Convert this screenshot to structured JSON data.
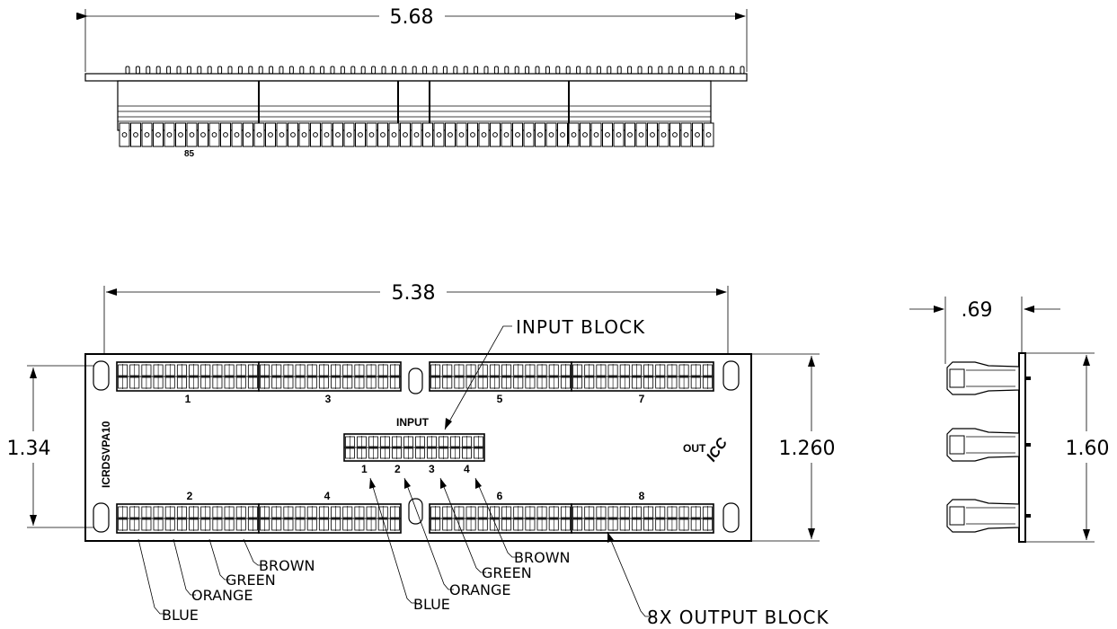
{
  "dimensions": {
    "top_width": "5.68",
    "front_width": "5.38",
    "hole_spacing": "1.34",
    "panel_height": "1.260",
    "side_depth": ".69",
    "side_height": "1.60"
  },
  "panel": {
    "model_label": "ICRDSVPA10",
    "top_row_labels": [
      "1",
      "3",
      "5",
      "7"
    ],
    "bottom_row_labels": [
      "2",
      "4",
      "6",
      "8"
    ],
    "input_label": "INPUT",
    "input_pair_labels": [
      "1",
      "2",
      "3",
      "4"
    ],
    "out_label": "OUT",
    "brand_logo": "ICC",
    "rear_marking": "85"
  },
  "callouts": {
    "input_block": "INPUT BLOCK",
    "output_block": "8X OUTPUT BLOCK",
    "output_colors": [
      "BROWN",
      "GREEN",
      "ORANGE",
      "BLUE"
    ],
    "input_colors": [
      "BROWN",
      "GREEN",
      "ORANGE",
      "BLUE"
    ]
  }
}
